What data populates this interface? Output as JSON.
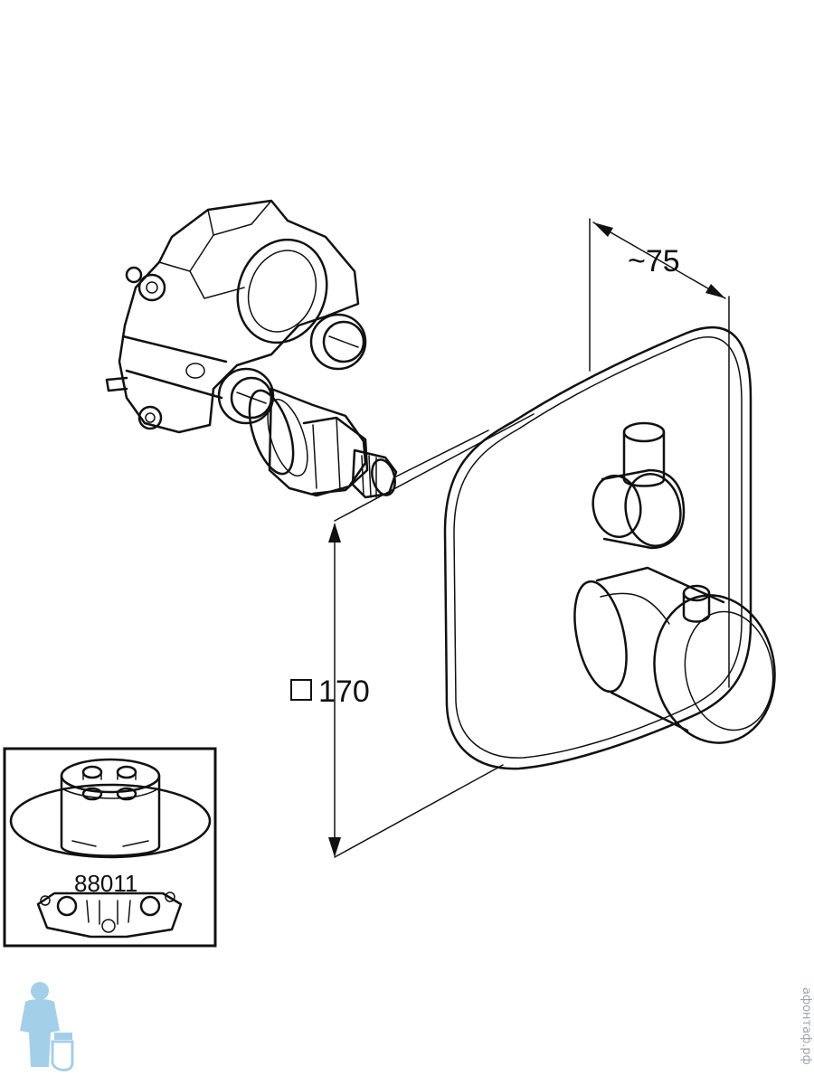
{
  "dimensions": {
    "depth_label": "~75",
    "height_label": "170",
    "height_symbol": "□"
  },
  "inset": {
    "part_number": "88011"
  },
  "watermark": {
    "site_text": "афонтаф.рф"
  },
  "colors": {
    "line": "#111111",
    "background": "#ffffff",
    "watermark": "#9aa4ad",
    "logo": "#5aa9d6"
  }
}
